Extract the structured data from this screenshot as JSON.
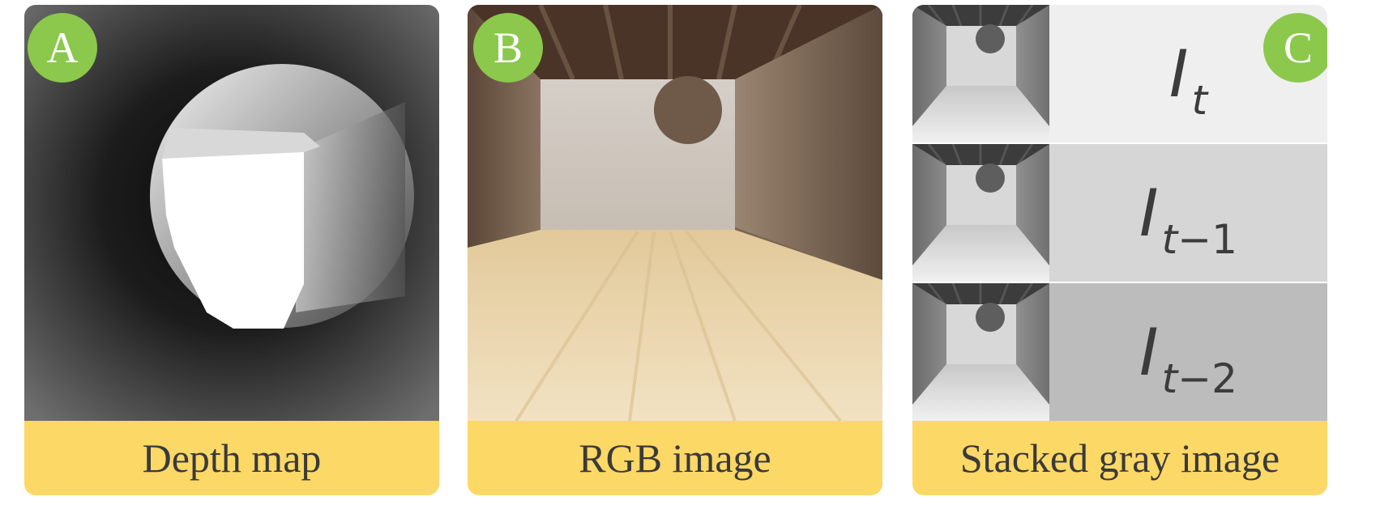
{
  "colors": {
    "badge": "#8bc84c",
    "caption_bg": "#fcd866",
    "label_bg_top": "#efefef",
    "label_bg_mid": "#d6d6d6",
    "label_bg_bot": "#bcbcbc"
  },
  "panels": [
    {
      "badge": "A",
      "caption": "Depth map"
    },
    {
      "badge": "B",
      "caption": "RGB image"
    },
    {
      "badge": "C",
      "caption": "Stacked gray image",
      "frames": [
        {
          "base": "I",
          "sub_var": "t",
          "sub_rest": ""
        },
        {
          "base": "I",
          "sub_var": "t",
          "sub_rest": "−1"
        },
        {
          "base": "I",
          "sub_var": "t",
          "sub_rest": "−2"
        }
      ]
    }
  ]
}
